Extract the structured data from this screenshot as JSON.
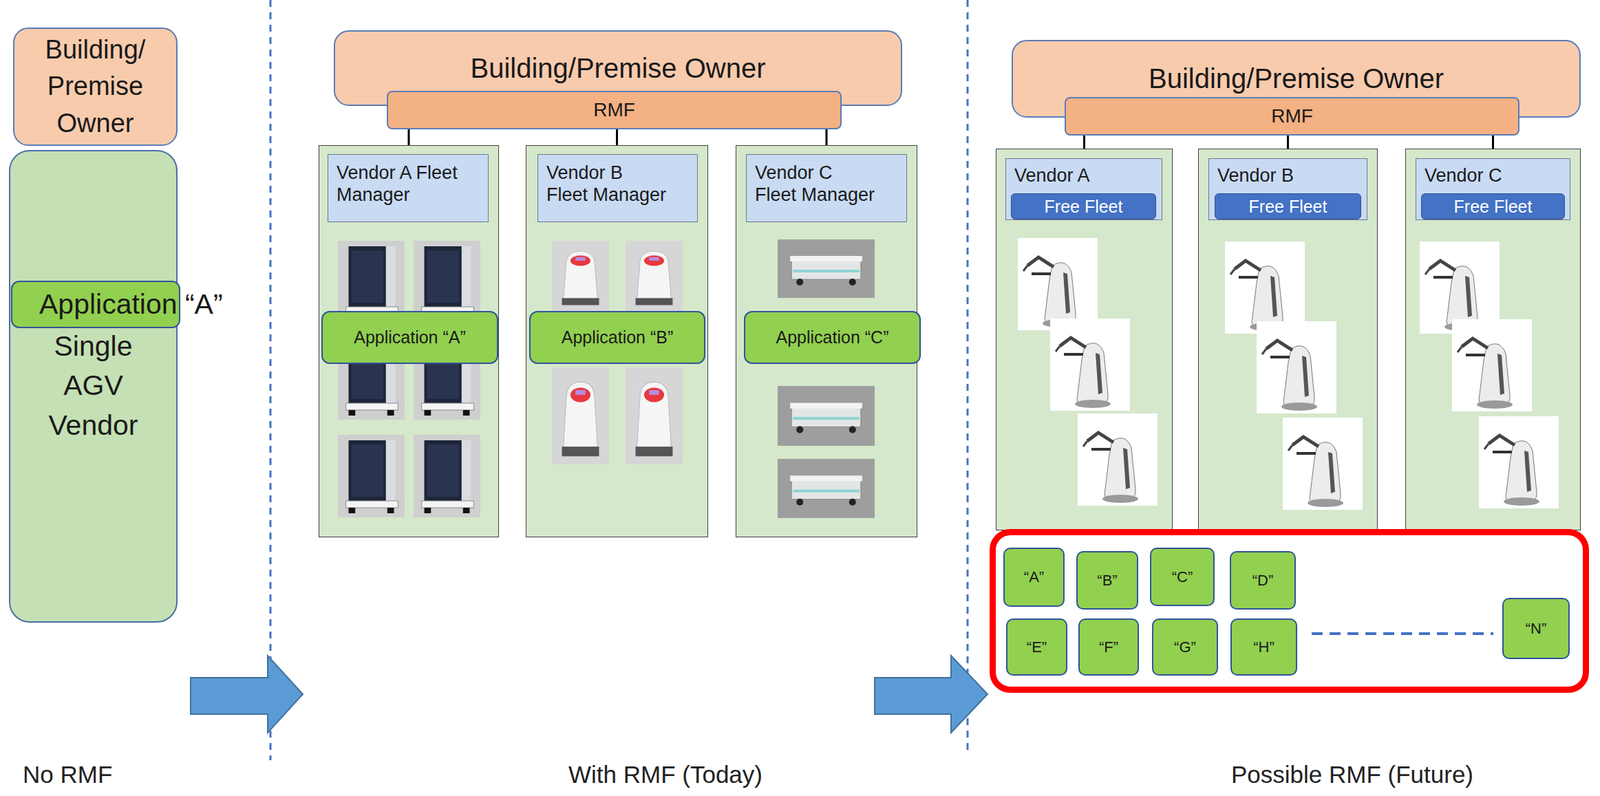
{
  "diagram": {
    "nodes": [
      {
        "text": [
          "Building/ Premise Owner"
        ]
      },
      {
        "text": [
          "Single AGV Vendor"
        ]
      },
      {
        "text": [
          "Application “A”"
        ],
        "in": 1
      },
      {
        "text": [
          "Building/Premise Owner"
        ]
      },
      {
        "text": [
          "RMF"
        ]
      },
      {
        "text": []
      },
      {
        "text": [
          "Vendor A Fleet Manager"
        ],
        "in": 5
      },
      {
        "text": [
          "Application “A”"
        ],
        "in": 5
      },
      {
        "text": []
      },
      {
        "text": [
          "Vendor B Fleet Manager"
        ],
        "in": 8
      },
      {
        "text": [
          "Application “B”"
        ],
        "in": 8
      },
      {
        "text": []
      },
      {
        "text": [
          "Vendor C Fleet Manager"
        ],
        "in": 11
      },
      {
        "text": [
          "Application “C”"
        ],
        "in": 11
      },
      {
        "text": [
          "Building/Premise Owner"
        ]
      },
      {
        "text": [
          "RMF"
        ]
      },
      {
        "text": []
      },
      {
        "text": [
          "Vendor A"
        ],
        "in": 16
      },
      {
        "text": [
          "Free Fleet"
        ],
        "in": 17
      },
      {
        "text": []
      },
      {
        "text": [
          "Vendor B"
        ],
        "in": 19
      },
      {
        "text": [
          "Free Fleet"
        ],
        "in": 20
      },
      {
        "text": []
      },
      {
        "text": [
          "Vendor C"
        ],
        "in": 22
      },
      {
        "text": [
          "Free Fleet"
        ],
        "in": 23
      },
      {
        "text": []
      },
      {
        "text": [
          "“A”"
        ],
        "in": 25
      },
      {
        "text": [
          "“B”"
        ],
        "in": 25
      },
      {
        "text": [
          "“C”"
        ],
        "in": 25
      },
      {
        "text": [
          "“D”"
        ],
        "in": 25
      },
      {
        "text": [
          "“E”"
        ],
        "in": 25
      },
      {
        "text": [
          "“F”"
        ],
        "in": 25
      },
      {
        "text": [
          "“G”"
        ],
        "in": 25
      },
      {
        "text": [
          "“H”"
        ],
        "in": 25
      },
      {
        "text": [
          "“N”"
        ],
        "in": 25
      }
    ],
    "edges": [
      {
        "from": 4,
        "to": 5,
        "arrow": "none"
      },
      {
        "from": 4,
        "to": 8,
        "arrow": "none"
      },
      {
        "from": 4,
        "to": 11,
        "arrow": "none"
      },
      {
        "from": 15,
        "to": 16,
        "arrow": "none"
      },
      {
        "from": 15,
        "to": 19,
        "arrow": "none"
      },
      {
        "from": 15,
        "to": 22,
        "arrow": "none"
      }
    ],
    "labels": [
      "No RMF",
      "With RMF (Today)",
      "Possible RMF (Future)"
    ]
  }
}
